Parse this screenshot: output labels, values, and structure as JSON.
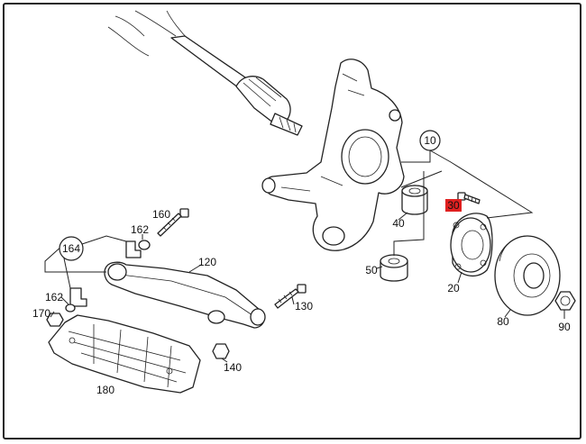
{
  "callouts": {
    "c10": "10",
    "c164": "164"
  },
  "labels": {
    "p20": "20",
    "p30": "30",
    "p40": "40",
    "p50": "50",
    "p80": "80",
    "p90": "90",
    "p120": "120",
    "p130": "130",
    "p140": "140",
    "p160": "160",
    "p162a": "162",
    "p162b": "162",
    "p170": "170",
    "p180": "180"
  },
  "colors": {
    "highlight": "#e02020",
    "line": "#222222"
  }
}
